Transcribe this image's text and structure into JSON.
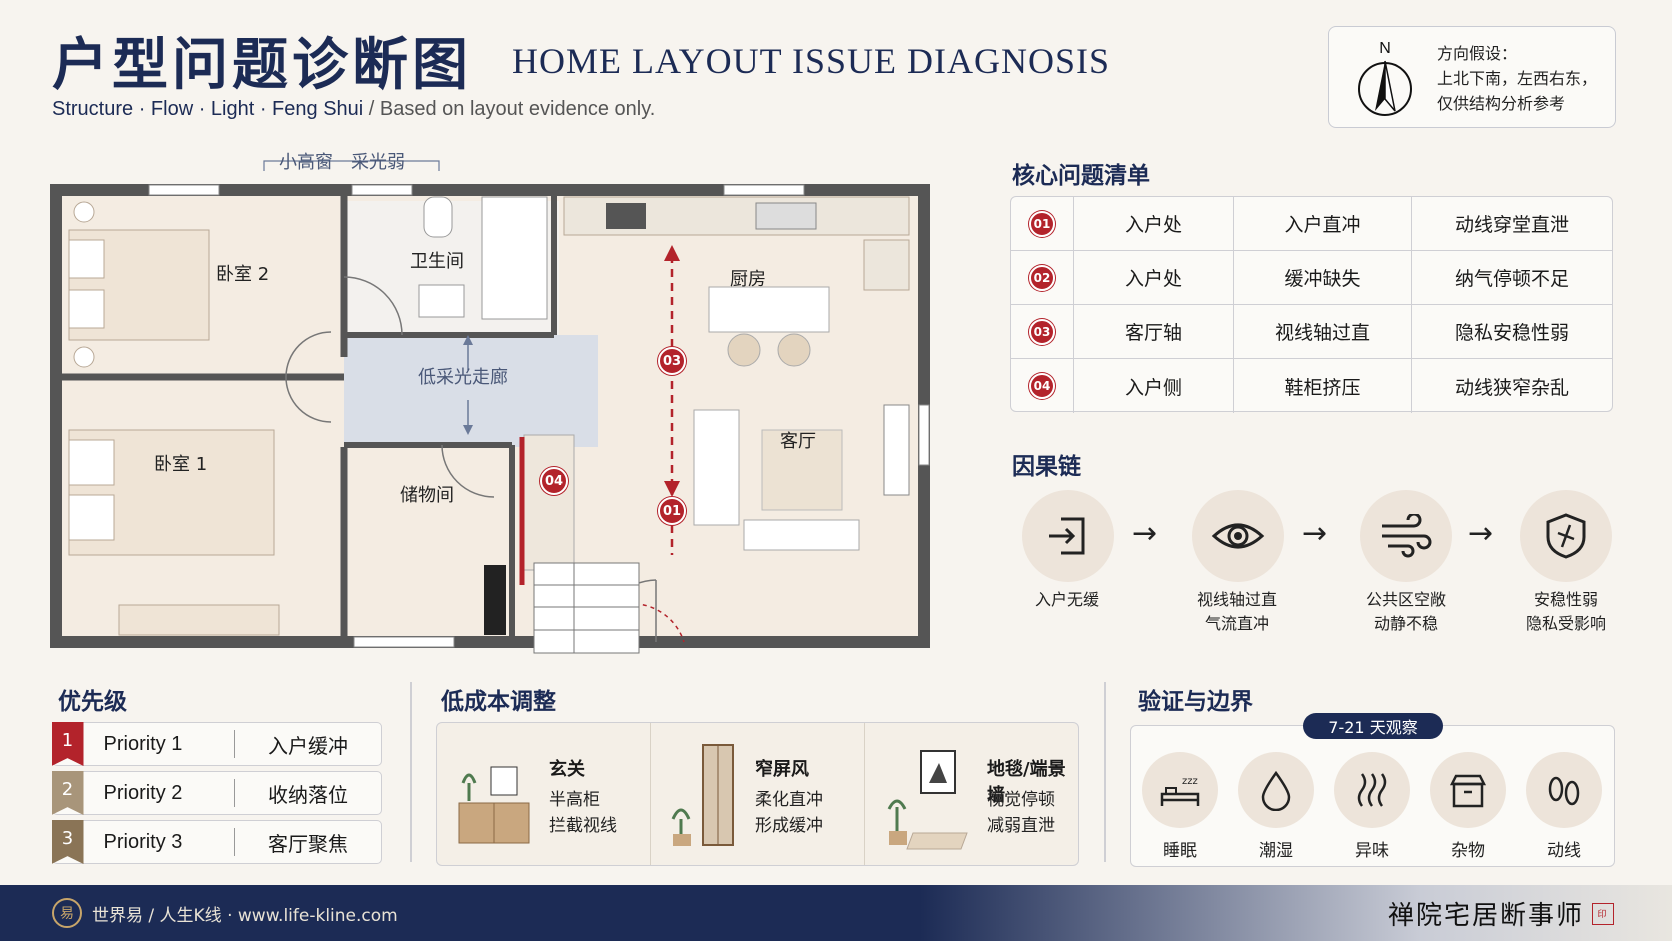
{
  "header": {
    "title_zh": "户型问题诊断图",
    "title_en": "HOME LAYOUT ISSUE DIAGNOSIS",
    "subtitle_main": "Structure · Flow · Light · Feng Shui",
    "subtitle_note": " / Based on layout evidence only."
  },
  "orientation": {
    "north": "N",
    "line1": "方向假设：",
    "line2": "上北下南，左西右东，",
    "line3": "仅供结构分析参考"
  },
  "floorplan": {
    "window_note": "小高窗　采光弱",
    "rooms": {
      "bedroom2": "卧室 2",
      "bathroom": "卫生间",
      "kitchen": "厨房",
      "corridor": "低采光走廊",
      "bedroom1": "卧室 1",
      "storage": "储物间",
      "living": "客厅"
    },
    "markers": {
      "m01": "01",
      "m03": "03",
      "m04": "04"
    }
  },
  "issues": {
    "title": "核心问题清单",
    "rows": [
      {
        "num": "01",
        "location": "入户处",
        "issue": "入户直冲",
        "effect": "动线穿堂直泄"
      },
      {
        "num": "02",
        "location": "入户处",
        "issue": "缓冲缺失",
        "effect": "纳气停顿不足"
      },
      {
        "num": "03",
        "location": "客厅轴",
        "issue": "视线轴过直",
        "effect": "隐私安稳性弱"
      },
      {
        "num": "04",
        "location": "入户侧",
        "issue": "鞋柜挤压",
        "effect": "动线狭窄杂乱"
      }
    ]
  },
  "chain": {
    "title": "因果链",
    "arrow": "→",
    "steps": [
      {
        "icon": "door-enter-icon",
        "line1": "入户无缓",
        "line2": ""
      },
      {
        "icon": "eye-icon",
        "line1": "视线轴过直",
        "line2": "气流直冲"
      },
      {
        "icon": "wind-icon",
        "line1": "公共区空敞",
        "line2": "动静不稳"
      },
      {
        "icon": "shield-icon",
        "line1": "安稳性弱",
        "line2": "隐私受影响"
      }
    ]
  },
  "priority": {
    "title": "优先级",
    "items": [
      {
        "rank": "1",
        "name": "Priority 1",
        "value": "入户缓冲",
        "color": "#b3232b"
      },
      {
        "rank": "2",
        "name": "Priority 2",
        "value": "收纳落位",
        "color": "#a8957a"
      },
      {
        "rank": "3",
        "name": "Priority 3",
        "value": "客厅聚焦",
        "color": "#8a7456"
      }
    ]
  },
  "lowcost": {
    "title": "低成本调整",
    "items": [
      {
        "title": "玄关",
        "line1": "半高柜",
        "line2": "拦截视线"
      },
      {
        "title": "窄屏风",
        "line1": "柔化直冲",
        "line2": "形成缓冲"
      },
      {
        "title": "地毯/端景墙",
        "line1": "视觉停顿",
        "line2": "减弱直泄"
      }
    ]
  },
  "validation": {
    "title": "验证与边界",
    "pill": "7-21 天观察",
    "items": [
      {
        "icon": "sleep-icon",
        "label": "睡眠"
      },
      {
        "icon": "drop-icon",
        "label": "潮湿"
      },
      {
        "icon": "odor-icon",
        "label": "异味"
      },
      {
        "icon": "box-icon",
        "label": "杂物"
      },
      {
        "icon": "footprint-icon",
        "label": "动线"
      }
    ]
  },
  "footer": {
    "brand": "世界易 / 人生K线 · www.life-kline.com",
    "logo": "易",
    "signature": "禅院宅居断事师",
    "seal": "印"
  },
  "colors": {
    "navy": "#1c2b55",
    "red": "#b3232b",
    "beige": "#ede4da"
  }
}
